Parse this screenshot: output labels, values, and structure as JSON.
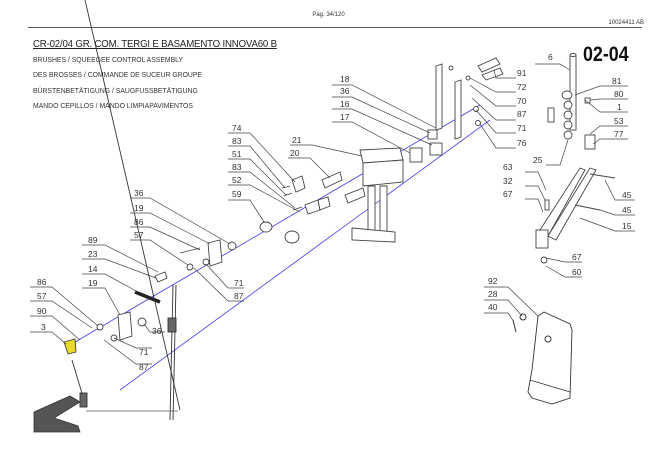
{
  "header": {
    "page": "Pag. 34/120",
    "doc_number": "10024411 AB"
  },
  "title": {
    "main": "CR-02/04 GR. COM. TERGI E BASAMENTO INNOVA60 B",
    "subtitles": [
      "BRUSHES  / SQUEEGEE CONTROL ASSEMBLY",
      "DES BROSSES / COMMANDE DE SUCEUR GROUPE",
      "BÜRSTENBETÄTIGUNG / SAUGFUSSBETÄTIGUNG",
      "MANDO CEPILLOS / MANDO LIMPIAPAVIMENTOS"
    ],
    "section_code": "02-04"
  },
  "callouts": {
    "upper_center": [
      "18",
      "36",
      "16",
      "17"
    ],
    "upper_right_column": [
      "91",
      "72",
      "70",
      "87",
      "71",
      "76"
    ],
    "bracket_6": "6",
    "right_column": [
      "81",
      "80",
      "1",
      "53",
      "77"
    ],
    "label_25": "25",
    "frame_left": [
      "63",
      "32",
      "67"
    ],
    "frame_right": [
      "45",
      "45",
      "15"
    ],
    "frame_bottom": [
      "67",
      "60"
    ],
    "center_plate": [
      "21",
      "20"
    ],
    "pivot_group": [
      "74",
      "83",
      "51",
      "83",
      "52",
      "59"
    ],
    "lever_group": [
      "36",
      "19",
      "86",
      "57"
    ],
    "lever_group_right": [
      "71",
      "87"
    ],
    "spring_group": [
      "89",
      "23",
      "14",
      "19"
    ],
    "pedal_group": [
      "86",
      "57",
      "90",
      "3"
    ],
    "pedal_group_right": [
      "71",
      "87",
      "36"
    ],
    "squeegee_bracket": [
      "92",
      "28",
      "40"
    ]
  }
}
